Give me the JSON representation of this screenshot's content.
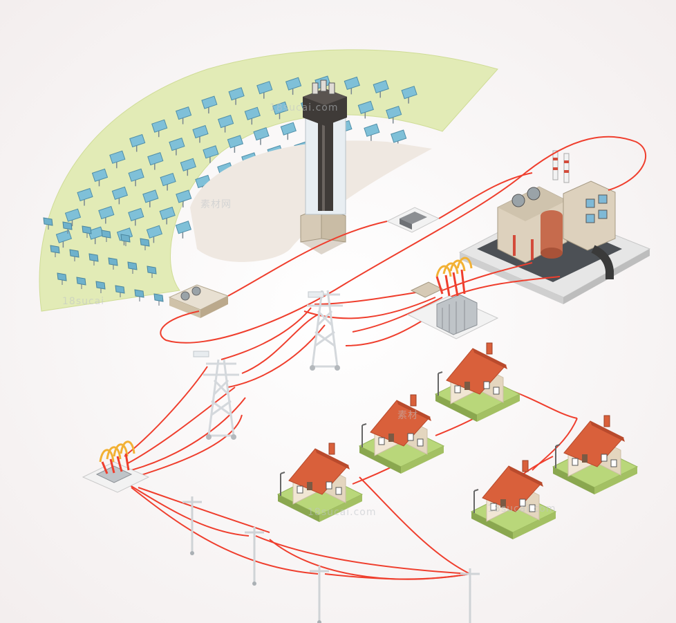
{
  "scene": {
    "background": "#ffffff",
    "components": [
      "heliostat-field",
      "solar-tower",
      "inverter-unit",
      "cable-junction-unit",
      "power-plant",
      "step-up-substation",
      "transmission-towers",
      "distribution-substation",
      "utility-poles",
      "houses"
    ],
    "house_count": 5,
    "transmission_tower_count": 2,
    "utility_pole_count": 4
  },
  "colors": {
    "field": "#e2ebb6",
    "mirror": "#7fc0d8",
    "mirror_edge": "#4f8ea8",
    "cable": "#ef3e2d",
    "roof": "#d9603b",
    "roof_dark": "#b94a2c",
    "wall": "#f1e6d4",
    "lawn": "#b9d77a",
    "tower_body": "#3f3b38",
    "tower_glass": "#e8eef2",
    "plant_wall": "#ddd1bd",
    "tank": "#c66b4d"
  }
}
